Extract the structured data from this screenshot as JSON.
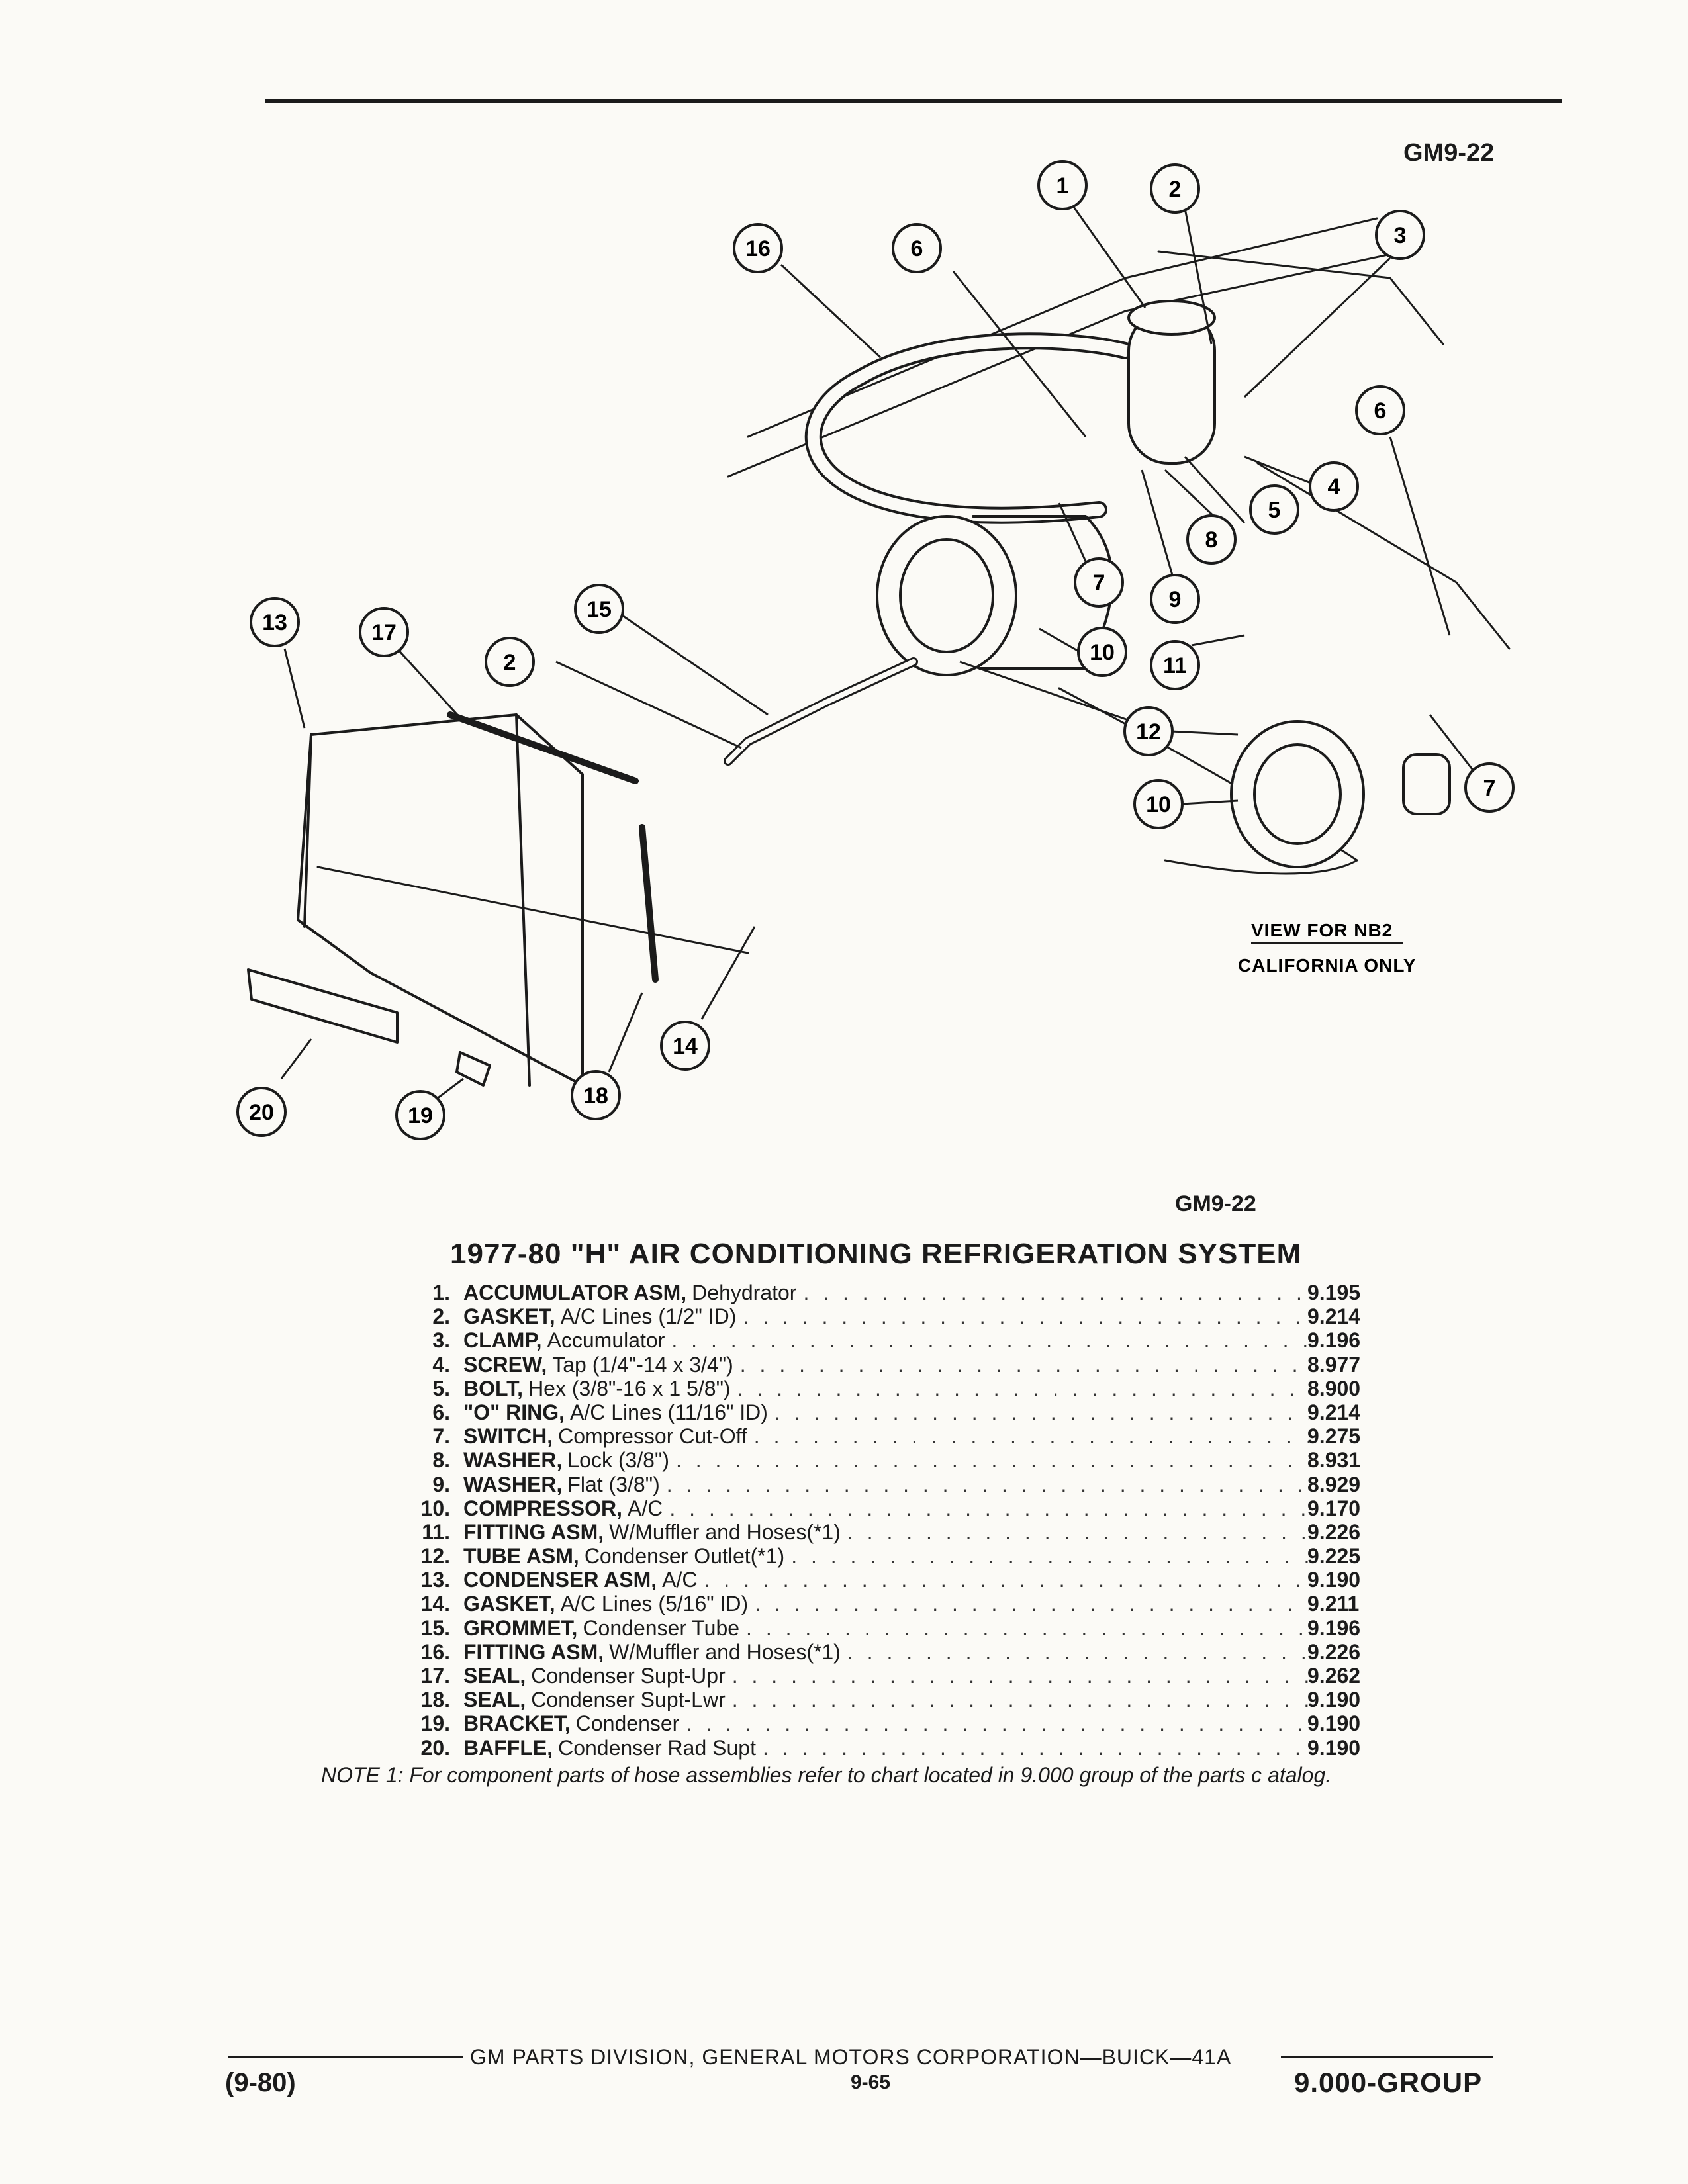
{
  "header": {
    "code": "GM9-22"
  },
  "diagram": {
    "callouts": [
      "1",
      "2",
      "3",
      "4",
      "5",
      "6",
      "7",
      "8",
      "9",
      "10",
      "11",
      "12",
      "13",
      "14",
      "15",
      "16",
      "17",
      "18",
      "19",
      "20"
    ],
    "view_note_line1": "VIEW FOR NB2",
    "view_note_line2": "CALIFORNIA ONLY"
  },
  "caption_code": "GM9-22",
  "title": "1977-80 \"H\" AIR CONDITIONING REFRIGERATION SYSTEM",
  "parts": [
    {
      "num": "1.",
      "name": "ACCUMULATOR ASM,",
      "desc": "Dehydrator",
      "value": "9.195"
    },
    {
      "num": "2.",
      "name": "GASKET,",
      "desc": "A/C Lines (1/2\" ID)",
      "value": "9.214"
    },
    {
      "num": "3.",
      "name": "CLAMP,",
      "desc": "Accumulator",
      "value": "9.196"
    },
    {
      "num": "4.",
      "name": "SCREW,",
      "desc": "Tap (1/4\"-14 x 3/4\")",
      "value": "8.977"
    },
    {
      "num": "5.",
      "name": "BOLT,",
      "desc": "Hex (3/8\"-16 x 1 5/8\")",
      "value": "8.900"
    },
    {
      "num": "6.",
      "name": "\"O\" RING,",
      "desc": "A/C Lines (11/16\" ID)",
      "value": "9.214"
    },
    {
      "num": "7.",
      "name": "SWITCH,",
      "desc": "Compressor Cut-Off",
      "value": "9.275"
    },
    {
      "num": "8.",
      "name": "WASHER,",
      "desc": "Lock (3/8\")",
      "value": "8.931"
    },
    {
      "num": "9.",
      "name": "WASHER,",
      "desc": "Flat (3/8\")",
      "value": "8.929"
    },
    {
      "num": "10.",
      "name": "COMPRESSOR,",
      "desc": "A/C",
      "value": "9.170"
    },
    {
      "num": "11.",
      "name": "FITTING ASM,",
      "desc": "W/Muffler and Hoses(*1)",
      "value": "9.226"
    },
    {
      "num": "12.",
      "name": "TUBE ASM,",
      "desc": "Condenser Outlet(*1)",
      "value": "9.225"
    },
    {
      "num": "13.",
      "name": "CONDENSER ASM,",
      "desc": "A/C",
      "value": "9.190"
    },
    {
      "num": "14.",
      "name": "GASKET,",
      "desc": "A/C Lines (5/16\" ID)",
      "value": "9.211"
    },
    {
      "num": "15.",
      "name": "GROMMET,",
      "desc": "Condenser Tube",
      "value": "9.196"
    },
    {
      "num": "16.",
      "name": "FITTING ASM,",
      "desc": "W/Muffler and Hoses(*1)",
      "value": "9.226"
    },
    {
      "num": "17.",
      "name": "SEAL,",
      "desc": "Condenser Supt-Upr",
      "value": "9.262"
    },
    {
      "num": "18.",
      "name": "SEAL,",
      "desc": "Condenser Supt-Lwr",
      "value": "9.190"
    },
    {
      "num": "19.",
      "name": "BRACKET,",
      "desc": "Condenser",
      "value": "9.190"
    },
    {
      "num": "20.",
      "name": "BAFFLE,",
      "desc": "Condenser Rad Supt",
      "value": "9.190"
    }
  ],
  "note": "NOTE 1: For component parts of hose assemblies refer to chart located in 9.000 group of the parts c atalog.",
  "footer": {
    "left": "(9-80)",
    "center": "GM PARTS DIVISION, GENERAL MOTORS CORPORATION—BUICK—41A",
    "page": "9-65",
    "right": "9.000-GROUP"
  },
  "colors": {
    "ink": "#1b1b1b",
    "paper": "#fbfaf6"
  }
}
